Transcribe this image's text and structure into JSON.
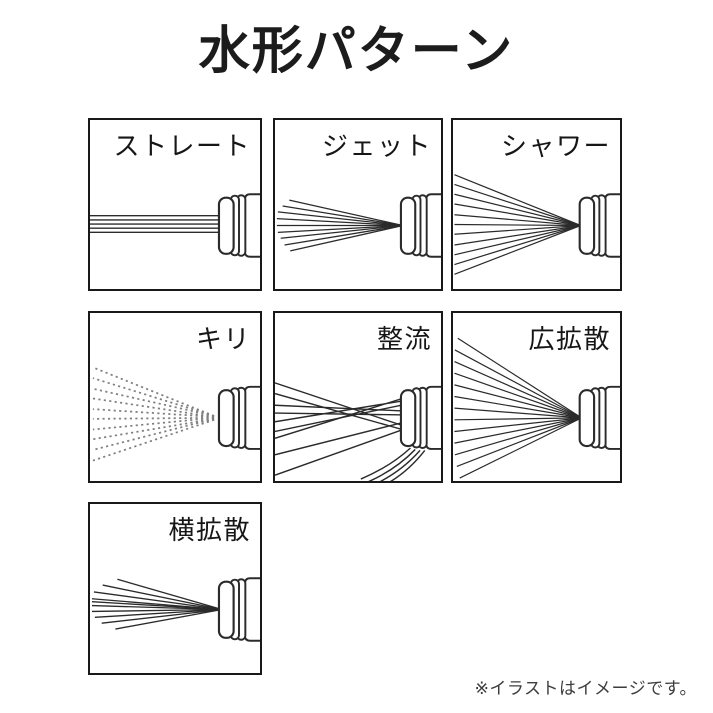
{
  "title": "水形パターン",
  "panels": [
    {
      "label": "ストレート",
      "pattern": "straight"
    },
    {
      "label": "ジェット",
      "pattern": "jet"
    },
    {
      "label": "シャワー",
      "pattern": "shower"
    },
    {
      "label": "キリ",
      "pattern": "mist"
    },
    {
      "label": "整流",
      "pattern": "laminar"
    },
    {
      "label": "広拡散",
      "pattern": "wide-diffusion"
    },
    {
      "label": "横拡散",
      "pattern": "horizontal-diffusion"
    }
  ],
  "footnote": "※イラストはイメージです。",
  "colors": {
    "background": "#ffffff",
    "line": "#2b2b2b",
    "panel_border": "#191919",
    "title_text": "#1c1c1c",
    "label_text": "#161616",
    "mist_dots": "#7f7f7f",
    "footnote_text": "#3c3c3c"
  }
}
